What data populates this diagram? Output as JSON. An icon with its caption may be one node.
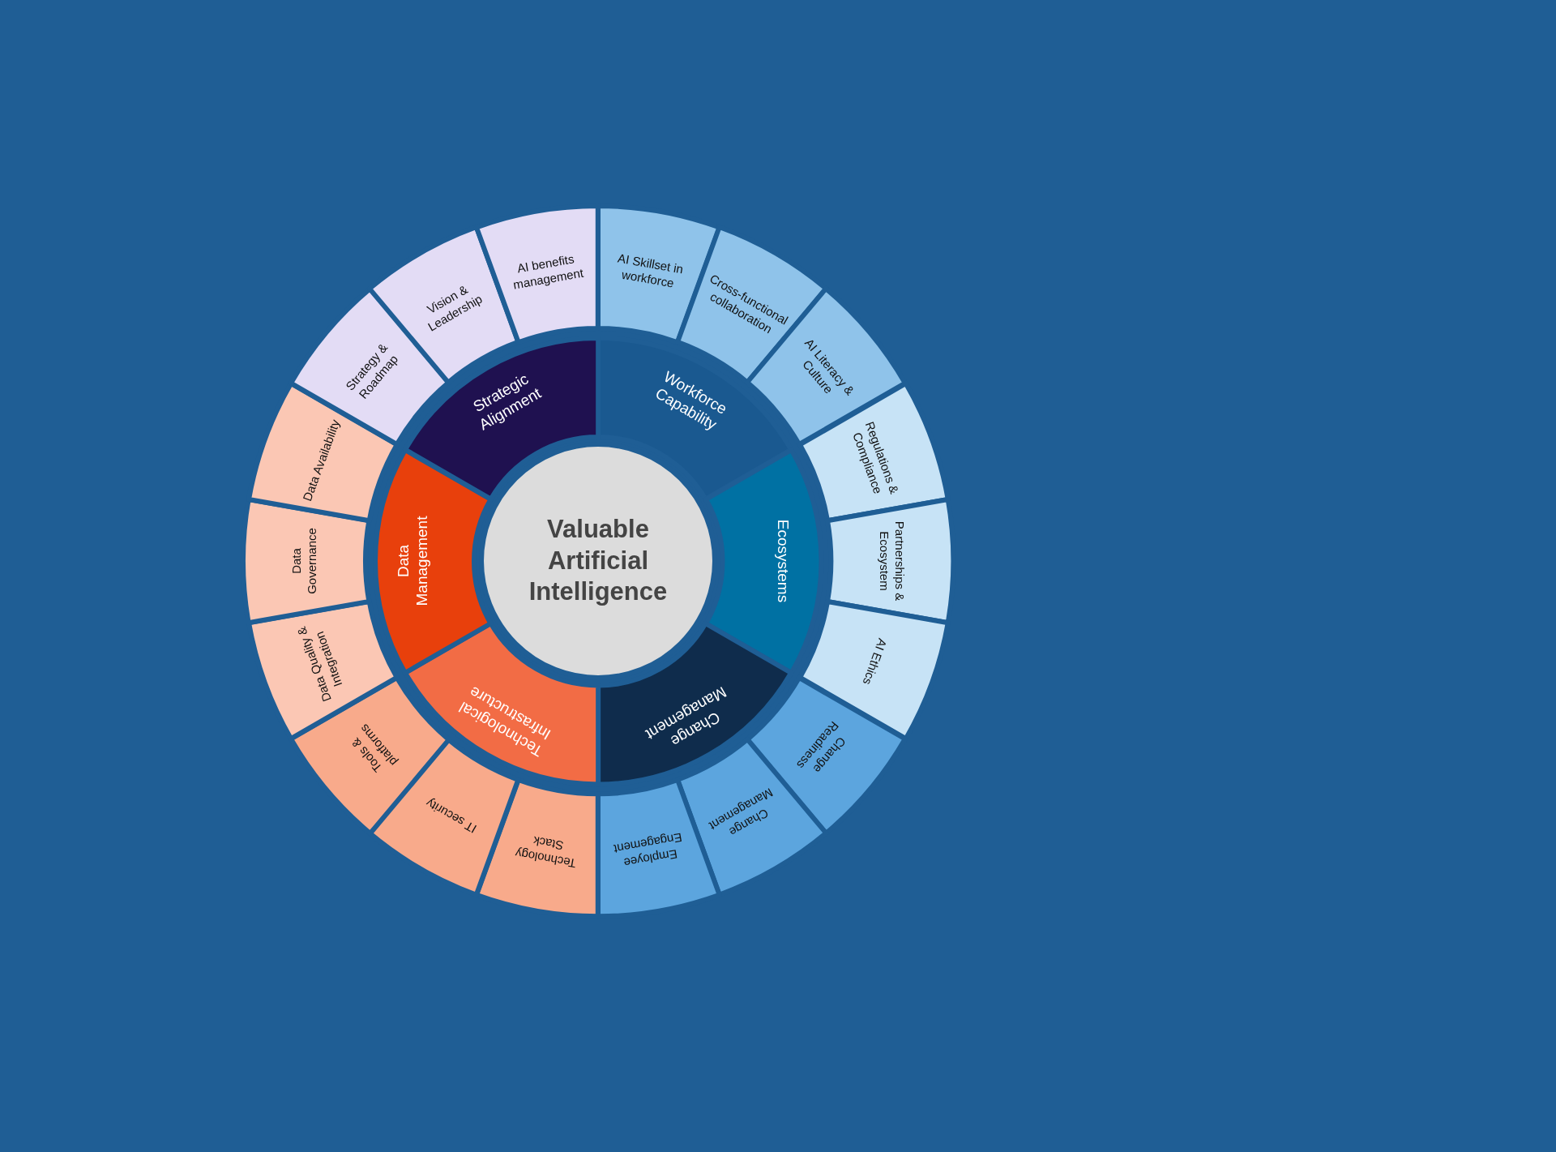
{
  "diagram": {
    "nodes": [
      {
        "text": [
          "Valuable Artificial Intelligence"
        ]
      },
      {
        "text": [
          "Workforce Capability"
        ]
      },
      {
        "text": [
          "Ecosystems"
        ]
      },
      {
        "text": [
          "Change Management"
        ]
      },
      {
        "text": [
          "Technological Infrastructure"
        ]
      },
      {
        "text": [
          "Data Management"
        ]
      },
      {
        "text": [
          "Strategic Alignment"
        ]
      },
      {
        "text": [
          "AI Skillset in workforce"
        ]
      },
      {
        "text": [
          "Cross-functional collaboration"
        ]
      },
      {
        "text": [
          "AI Literacy & Culture"
        ]
      },
      {
        "text": [
          "Regulations & Compliance"
        ]
      },
      {
        "text": [
          "Partnerships & Ecosystem"
        ]
      },
      {
        "text": [
          "AI Ethics"
        ]
      },
      {
        "text": [
          "Change Readiness"
        ]
      },
      {
        "text": [
          "Change Management"
        ]
      },
      {
        "text": [
          "Employee Engagement"
        ]
      },
      {
        "text": [
          "Technology Stack"
        ]
      },
      {
        "text": [
          "IT security"
        ]
      },
      {
        "text": [
          "Tools & platforms"
        ]
      },
      {
        "text": [
          "Data Quality & Integration"
        ]
      },
      {
        "text": [
          "Data Governance"
        ]
      },
      {
        "text": [
          "Data Availability"
        ]
      },
      {
        "text": [
          "Strategy & Roadmap"
        ]
      },
      {
        "text": [
          "Vision & Leadership"
        ]
      },
      {
        "text": [
          "AI benefits management"
        ]
      }
    ]
  }
}
